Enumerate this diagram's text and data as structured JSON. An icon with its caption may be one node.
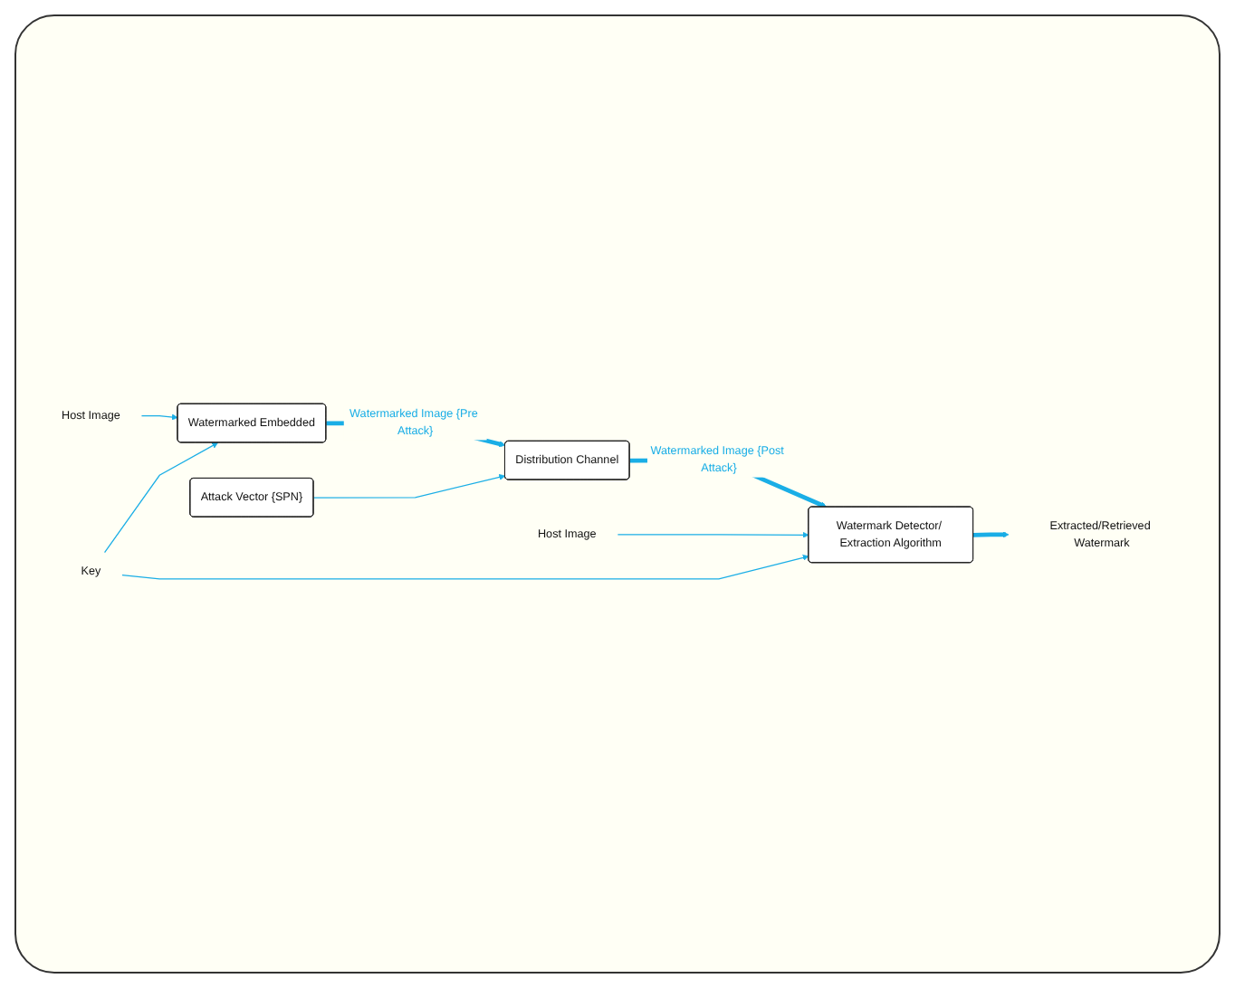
{
  "diagram": {
    "nodes": [
      {
        "text": [
          "Host Image"
        ]
      },
      {
        "text": [
          "Watermarked Embedded"
        ]
      },
      {
        "text": [
          "Distribution Channel"
        ]
      },
      {
        "text": [
          "Watermark Detector/ Extraction Algorithm"
        ]
      },
      {
        "text": [
          "Extracted/Retrieved Watermark"
        ]
      },
      {
        "text": [
          "Host Image"
        ]
      },
      {
        "text": [
          "Attack Vector {SPN}"
        ]
      },
      {
        "text": [
          "Key"
        ]
      }
    ],
    "edges": [
      {
        "from": 0,
        "to": 1,
        "arrow": "to"
      },
      {
        "from": 1,
        "to": 2,
        "arrow": "to",
        "label": "Watermarked Image {Pre Attack}",
        "style": "thick"
      },
      {
        "from": 2,
        "to": 3,
        "arrow": "to",
        "label": "Watermarked Image {Post Attack}",
        "style": "thick"
      },
      {
        "from": 3,
        "to": 4,
        "arrow": "to",
        "style": "thick"
      },
      {
        "from": 5,
        "to": 3,
        "arrow": "to"
      },
      {
        "from": 6,
        "to": 2,
        "arrow": "to"
      },
      {
        "from": 7,
        "to": 1,
        "arrow": "to"
      },
      {
        "from": 7,
        "to": 3,
        "arrow": "to"
      }
    ]
  }
}
